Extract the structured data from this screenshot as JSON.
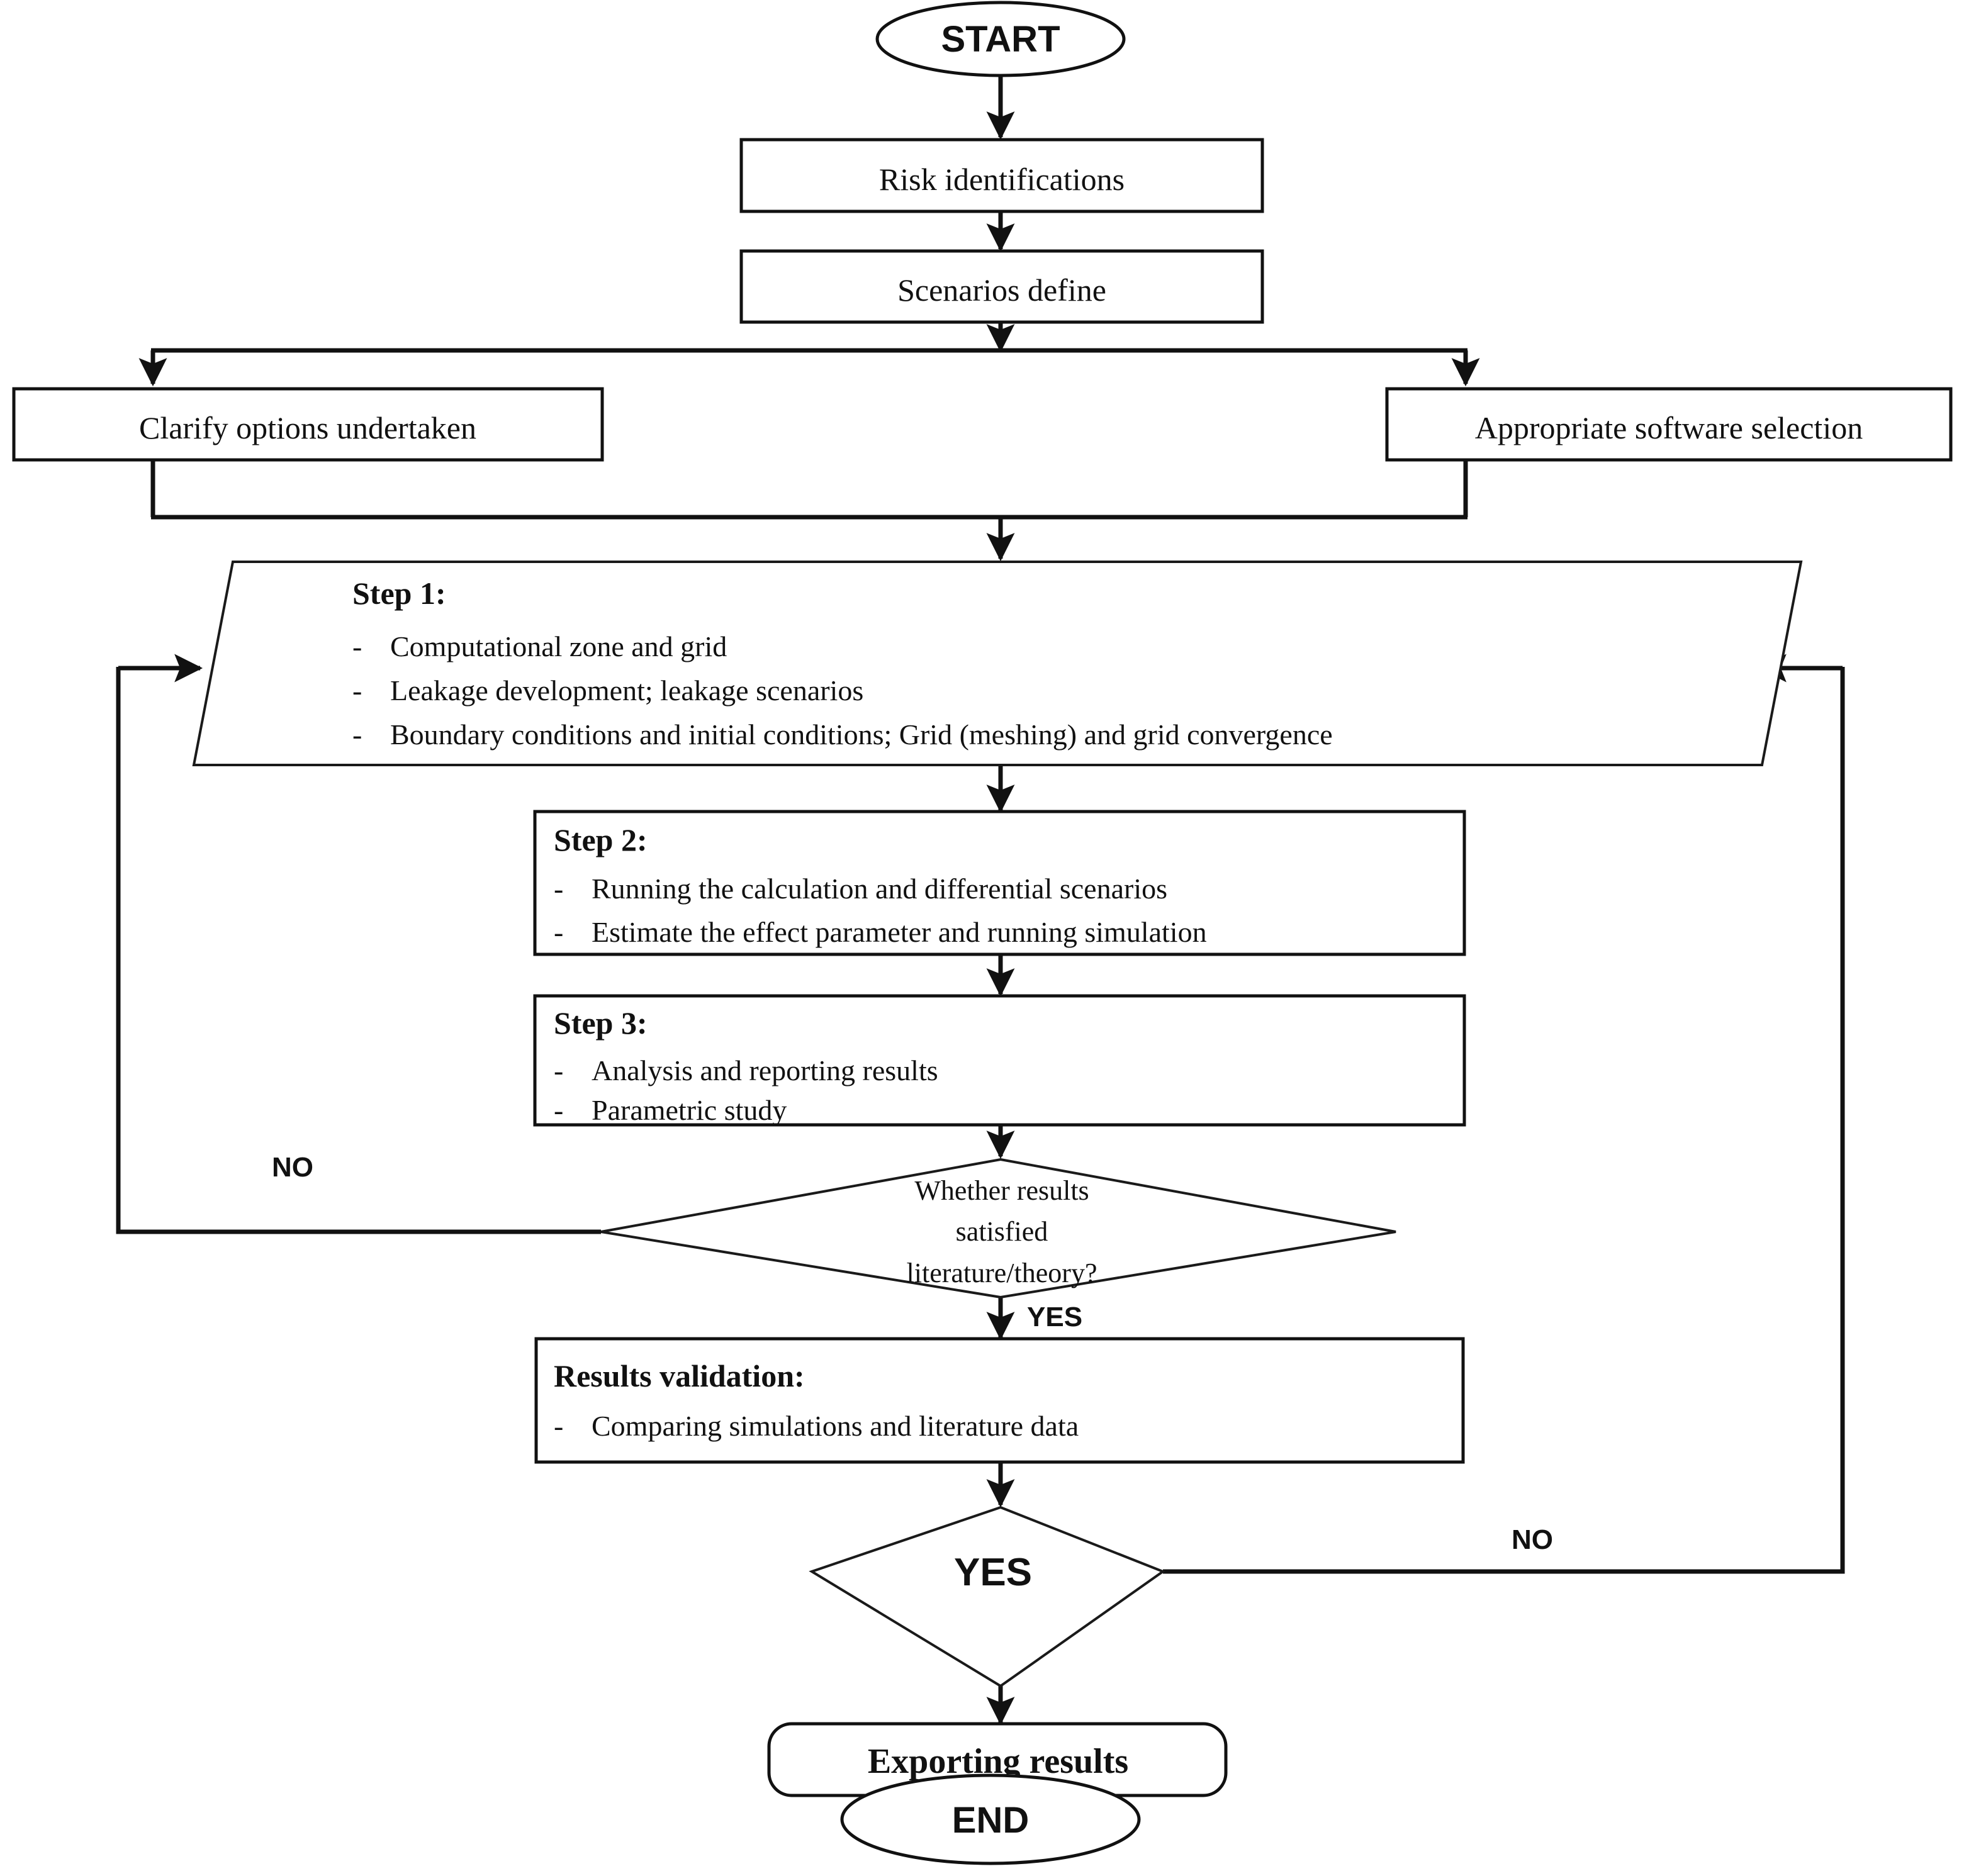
{
  "diagram": {
    "title": "CFD risk-assessment simulation workflow",
    "type": "flowchart",
    "colors": {
      "background": "#ffffff",
      "stroke": "#111111",
      "text": "#111111"
    },
    "nodes": {
      "start": {
        "label": "START",
        "shape": "ellipse"
      },
      "risk_identifications": {
        "label": "Risk identifications",
        "shape": "rectangle"
      },
      "scenarios_define": {
        "label": "Scenarios define",
        "shape": "rectangle"
      },
      "clarify_options": {
        "label": "Clarify options undertaken",
        "shape": "rectangle"
      },
      "software_selection": {
        "label": "Appropriate software selection",
        "shape": "rectangle"
      },
      "step1": {
        "heading": "Step 1:",
        "shape": "parallelogram",
        "items": [
          "Computational  zone and grid",
          "Leakage  development;  leakage  scenarios",
          "Boundary  conditions and initial conditions;  Grid  (meshing)  and grid convergence"
        ]
      },
      "step2": {
        "heading": "Step 2:",
        "shape": "rectangle",
        "items": [
          "Running the calculation and differential  scenarios",
          "Estimate the effect parameter  and running  simulation"
        ]
      },
      "step3": {
        "heading": "Step 3:",
        "shape": "rectangle",
        "items": [
          "Analysis and reporting  results",
          "Parametric  study"
        ]
      },
      "decision1": {
        "shape": "diamond",
        "lines": [
          "Whether  results",
          "satisfied",
          "literature/theory?"
        ]
      },
      "results_validation": {
        "heading": "Results validation:",
        "shape": "rectangle",
        "items": [
          "Comparing  simulations and literature  data"
        ]
      },
      "decision2": {
        "label": "YES",
        "shape": "diamond"
      },
      "exporting_results": {
        "label": "Exporting results",
        "shape": "rounded-rectangle"
      },
      "end": {
        "label": "END",
        "shape": "ellipse"
      }
    },
    "edge_labels": {
      "decision1_no": "NO",
      "decision1_yes": "YES",
      "decision2_no": "NO"
    },
    "bullet_glyph": "-"
  }
}
